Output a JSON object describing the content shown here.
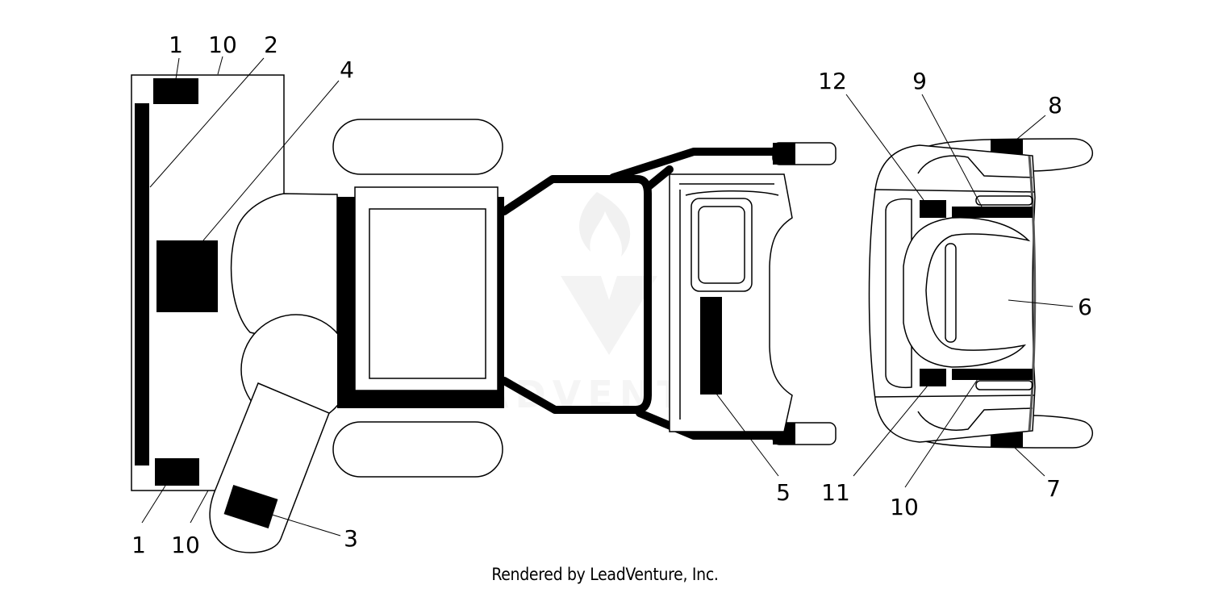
{
  "footer": "Rendered by LeadVenture, Inc.",
  "watermark": "LEADVENTURE",
  "colors": {
    "line": "#000000",
    "decal": "#000000",
    "watermark": "#e8e8e8"
  },
  "callouts": [
    {
      "id": "c1a",
      "label": "1"
    },
    {
      "id": "c10a",
      "label": "10"
    },
    {
      "id": "c2",
      "label": "2"
    },
    {
      "id": "c4",
      "label": "4"
    },
    {
      "id": "c1b",
      "label": "1"
    },
    {
      "id": "c10b",
      "label": "10"
    },
    {
      "id": "c3",
      "label": "3"
    },
    {
      "id": "c5",
      "label": "5"
    },
    {
      "id": "c12",
      "label": "12"
    },
    {
      "id": "c9",
      "label": "9"
    },
    {
      "id": "c8",
      "label": "8"
    },
    {
      "id": "c6",
      "label": "6"
    },
    {
      "id": "c11",
      "label": "11"
    },
    {
      "id": "c10c",
      "label": "10"
    },
    {
      "id": "c7",
      "label": "7"
    }
  ]
}
